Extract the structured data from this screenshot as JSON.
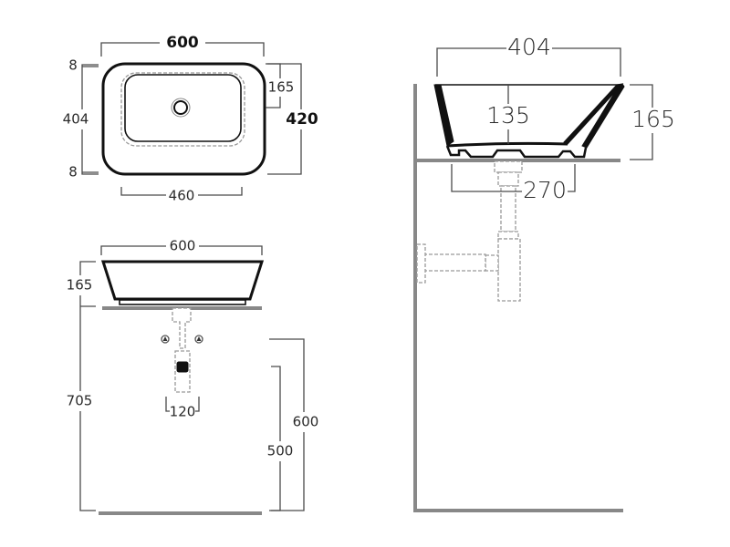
{
  "top_view": {
    "width": "600",
    "depth": "420",
    "rim_top": "8",
    "rim_bottom": "8",
    "inner_depth": "404",
    "drain_offset": "165",
    "basin_width": "460"
  },
  "front_view": {
    "width": "600",
    "height": "165",
    "counter_height": "705",
    "trap_spacing": "120",
    "supply_height": "600",
    "waste_height": "500"
  },
  "side_view": {
    "width": "404",
    "inner_depth": "135",
    "height": "165",
    "foot_width": "270"
  },
  "colors": {
    "outline": "#111111",
    "dimension": "#4a4a4a",
    "ground": "#888888",
    "hidden": "#999999"
  }
}
